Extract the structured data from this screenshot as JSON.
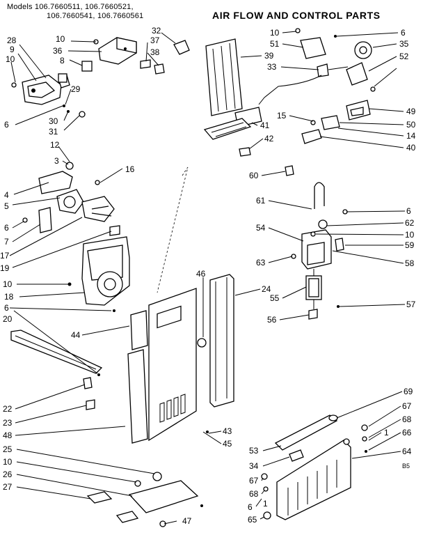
{
  "header": {
    "models_line1": "Models 106.7660511, 106.7660521,",
    "models_line2": "106.7660541, 106.7660561",
    "title": "AIR FLOW AND CONTROL PARTS"
  },
  "callouts": [
    {
      "id": "28",
      "text": "28"
    },
    {
      "id": "9",
      "text": "9"
    },
    {
      "id": "10a",
      "text": "10"
    },
    {
      "id": "10b",
      "text": "10"
    },
    {
      "id": "36",
      "text": "36"
    },
    {
      "id": "8",
      "text": "8"
    },
    {
      "id": "32",
      "text": "32"
    },
    {
      "id": "37",
      "text": "37"
    },
    {
      "id": "38",
      "text": "38"
    },
    {
      "id": "29",
      "text": "29"
    },
    {
      "id": "6a",
      "text": "6"
    },
    {
      "id": "30",
      "text": "30"
    },
    {
      "id": "31",
      "text": "31"
    },
    {
      "id": "12",
      "text": "12"
    },
    {
      "id": "3",
      "text": "3"
    },
    {
      "id": "16",
      "text": "16"
    },
    {
      "id": "4",
      "text": "4"
    },
    {
      "id": "5",
      "text": "5"
    },
    {
      "id": "6b",
      "text": "6"
    },
    {
      "id": "7",
      "text": "7"
    },
    {
      "id": "17",
      "text": "17"
    },
    {
      "id": "19",
      "text": "19"
    },
    {
      "id": "10c",
      "text": "10"
    },
    {
      "id": "18",
      "text": "18"
    },
    {
      "id": "6c",
      "text": "6"
    },
    {
      "id": "20",
      "text": "20"
    },
    {
      "id": "44",
      "text": "44"
    },
    {
      "id": "46",
      "text": "46"
    },
    {
      "id": "24",
      "text": "24"
    },
    {
      "id": "22",
      "text": "22"
    },
    {
      "id": "23",
      "text": "23"
    },
    {
      "id": "48",
      "text": "48"
    },
    {
      "id": "25",
      "text": "25"
    },
    {
      "id": "10d",
      "text": "10"
    },
    {
      "id": "26",
      "text": "26"
    },
    {
      "id": "27",
      "text": "27"
    },
    {
      "id": "43",
      "text": "43"
    },
    {
      "id": "45",
      "text": "45"
    },
    {
      "id": "47",
      "text": "47"
    },
    {
      "id": "10e",
      "text": "10"
    },
    {
      "id": "51",
      "text": "51"
    },
    {
      "id": "39",
      "text": "39"
    },
    {
      "id": "33",
      "text": "33"
    },
    {
      "id": "6d",
      "text": "6"
    },
    {
      "id": "35",
      "text": "35"
    },
    {
      "id": "52",
      "text": "52"
    },
    {
      "id": "41",
      "text": "41"
    },
    {
      "id": "42",
      "text": "42"
    },
    {
      "id": "15",
      "text": "15"
    },
    {
      "id": "49",
      "text": "49"
    },
    {
      "id": "50",
      "text": "50"
    },
    {
      "id": "14",
      "text": "14"
    },
    {
      "id": "40",
      "text": "40"
    },
    {
      "id": "60",
      "text": "60"
    },
    {
      "id": "61",
      "text": "61"
    },
    {
      "id": "6e",
      "text": "6"
    },
    {
      "id": "62",
      "text": "62"
    },
    {
      "id": "54",
      "text": "54"
    },
    {
      "id": "10f",
      "text": "10"
    },
    {
      "id": "59",
      "text": "59"
    },
    {
      "id": "63",
      "text": "63"
    },
    {
      "id": "58",
      "text": "58"
    },
    {
      "id": "55",
      "text": "55"
    },
    {
      "id": "57",
      "text": "57"
    },
    {
      "id": "56",
      "text": "56"
    },
    {
      "id": "69",
      "text": "69"
    },
    {
      "id": "67a",
      "text": "67"
    },
    {
      "id": "68a",
      "text": "68"
    },
    {
      "id": "66",
      "text": "66"
    },
    {
      "id": "53",
      "text": "53"
    },
    {
      "id": "64",
      "text": "64"
    },
    {
      "id": "34",
      "text": "34"
    },
    {
      "id": "67b",
      "text": "67"
    },
    {
      "id": "68b",
      "text": "68"
    },
    {
      "id": "6f",
      "text": "6"
    },
    {
      "id": "65",
      "text": "65"
    },
    {
      "id": "1a",
      "text": "1"
    },
    {
      "id": "1b",
      "text": "1"
    },
    {
      "id": "b5",
      "text": "B5"
    }
  ]
}
